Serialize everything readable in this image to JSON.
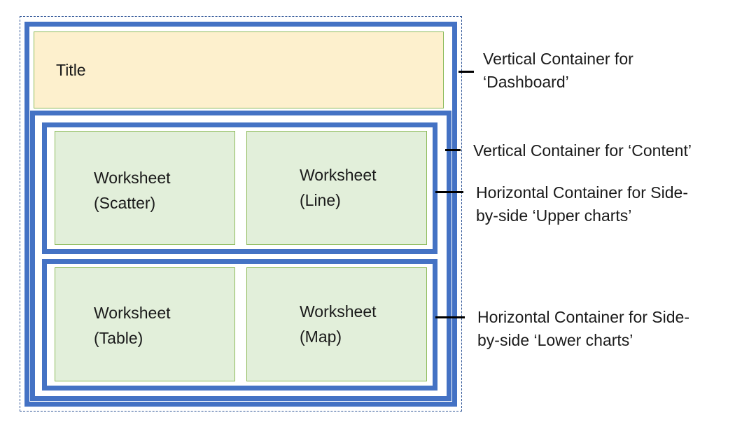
{
  "diagram": {
    "title_box": {
      "label": "Title"
    },
    "worksheets": {
      "scatter": {
        "label": "Worksheet\n(Scatter)"
      },
      "line": {
        "label": "Worksheet\n(Line)"
      },
      "table": {
        "label": "Worksheet\n(Table)"
      },
      "map": {
        "label": "Worksheet\n(Map)"
      }
    },
    "annotations": {
      "dashboard": "Vertical Container for\n‘Dashboard’",
      "content": "Vertical Container for ‘Content’",
      "upper": "Horizontal Container for Side-\nby-side ‘Upper charts’",
      "lower": "Horizontal Container for Side-\nby-side ‘Lower charts’"
    },
    "colors": {
      "container_border": "#4472c4",
      "title_fill": "#fdf0cd",
      "worksheet_fill": "#e2efda",
      "worksheet_border": "#8dbb5a",
      "outline_dashed": "#2f5597"
    }
  }
}
